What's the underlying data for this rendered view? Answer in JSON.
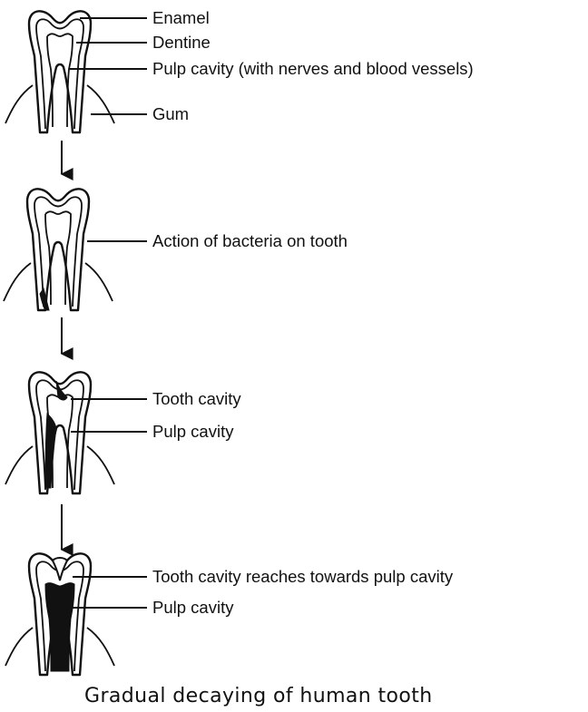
{
  "stages": [
    {
      "labels": [
        "Enamel",
        "Dentine",
        "Pulp cavity (with nerves and blood vessels)",
        "Gum"
      ]
    },
    {
      "labels": [
        "Action of bacteria on tooth"
      ]
    },
    {
      "labels": [
        "Tooth cavity",
        "Pulp cavity"
      ]
    },
    {
      "labels": [
        "Tooth cavity reaches towards pulp cavity",
        "Pulp cavity"
      ]
    }
  ],
  "caption": "Gradual decaying of human tooth",
  "colors": {
    "ink": "#111111",
    "background": "#ffffff"
  }
}
